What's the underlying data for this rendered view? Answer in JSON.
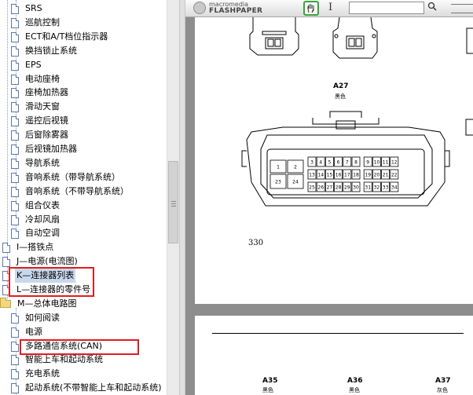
{
  "tree": {
    "items": [
      {
        "label": "SRS",
        "icon": "document-icon"
      },
      {
        "label": "巡航控制",
        "icon": "document-icon"
      },
      {
        "label": "ECT和A/T档位指示器",
        "icon": "document-icon"
      },
      {
        "label": "换挡锁止系统",
        "icon": "document-icon"
      },
      {
        "label": "EPS",
        "icon": "document-icon"
      },
      {
        "label": "电动座椅",
        "icon": "document-icon"
      },
      {
        "label": "座椅加热器",
        "icon": "document-icon"
      },
      {
        "label": "滑动天窗",
        "icon": "document-icon"
      },
      {
        "label": "遥控后视镜",
        "icon": "document-icon"
      },
      {
        "label": "后窗除雾器",
        "icon": "document-icon"
      },
      {
        "label": "后视镜加热器",
        "icon": "document-icon"
      },
      {
        "label": "导航系统",
        "icon": "document-icon"
      },
      {
        "label": "音响系统（带导航系统）",
        "icon": "document-icon"
      },
      {
        "label": "音响系统（不带导航系统）",
        "icon": "document-icon"
      },
      {
        "label": "组合仪表",
        "icon": "document-icon"
      },
      {
        "label": "冷却风扇",
        "icon": "document-icon"
      },
      {
        "label": "自动空调",
        "icon": "document-icon"
      }
    ],
    "sections": [
      {
        "label": "I—搭铁点",
        "icon": "document-icon"
      },
      {
        "label": "J—电源(电流图)",
        "icon": "document-icon"
      },
      {
        "label": "K—连接器列表",
        "icon": "document-icon",
        "selected": true
      },
      {
        "label": "L—连接器的零件号",
        "icon": "document-icon"
      },
      {
        "label": "M—总体电路图",
        "icon": "folder-open-icon"
      }
    ],
    "m_children": [
      {
        "label": "如何阅读",
        "icon": "document-icon"
      },
      {
        "label": "电源",
        "icon": "document-icon"
      },
      {
        "label": "多路通信系统(CAN)",
        "icon": "document-icon"
      },
      {
        "label": "智能上车和起动系统",
        "icon": "document-icon"
      },
      {
        "label": "充电系统",
        "icon": "document-icon"
      },
      {
        "label": "起动系统(不带智能上车和起动系统)",
        "icon": "document-icon"
      }
    ]
  },
  "viewer": {
    "toolbar": {
      "brand_small": "macromedia",
      "brand_big": "FLASHPAPER",
      "search_value": "",
      "hand_tool_icon": "hand-icon",
      "select_tool_icon": "text-cursor-icon",
      "search_icon": "magnifier-icon"
    },
    "page1": {
      "connector_a27_label": "A27",
      "connector_a27_color": "黑色",
      "pins_row1_left": [
        "1",
        "2"
      ],
      "pins_row1": [
        "3",
        "4",
        "5",
        "6",
        "7",
        "8",
        "9",
        "10",
        "11",
        "12"
      ],
      "pins_row2_left": [
        "23",
        "24"
      ],
      "pins_row2": [
        "13",
        "14",
        "15",
        "16",
        "17",
        "18",
        "19",
        "20",
        "21",
        "22"
      ],
      "pins_row3": [
        "25",
        "26",
        "27",
        "28",
        "29",
        "30",
        "31",
        "32",
        "33",
        "34"
      ],
      "page_number": "330"
    },
    "page2": {
      "connectors": [
        {
          "label": "A35",
          "color": "黑色"
        },
        {
          "label": "A36",
          "color": "黑色"
        },
        {
          "label": "A37",
          "color": "灰色"
        }
      ]
    }
  },
  "colors": {
    "highlight_box": "#e21b22",
    "selection": "#c8d8ec",
    "viewer_bg": "#8d8d8d"
  }
}
